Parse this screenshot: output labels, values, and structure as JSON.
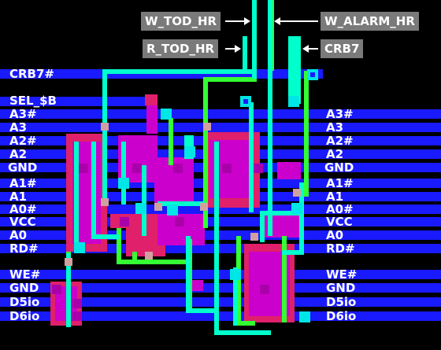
{
  "left_labels": [
    "CRB7#",
    "SEL_$B",
    "A3#",
    "A3",
    "A2#",
    "A2",
    "GND",
    "A1#",
    "A1",
    "A0#",
    "VCC",
    "A0",
    "RD#",
    "WE#",
    "GND",
    "D5io",
    "D6io"
  ],
  "right_labels": [
    "A3#",
    "A3",
    "A2#",
    "A2",
    "GND",
    "A1#",
    "A1",
    "A0#",
    "VCC",
    "A0",
    "RD#",
    "WE#",
    "GND",
    "D5io",
    "D6io"
  ],
  "callouts": {
    "w_tod_hr": "W_TOD_HR",
    "w_alarm_hr": "W_ALARM_HR",
    "r_tod_hr": "R_TOD_HR",
    "crb7": "CRB7"
  },
  "colors": {
    "rail_blue": "#1a1aff",
    "metal_cyan": "#00ffcc",
    "poly_green": "#33ff33",
    "diffusion_magenta": "#cc00cc",
    "diffusion_red": "#e0206a",
    "via_cyan": "#00e5e5",
    "label_box": "#7a7a7a"
  }
}
